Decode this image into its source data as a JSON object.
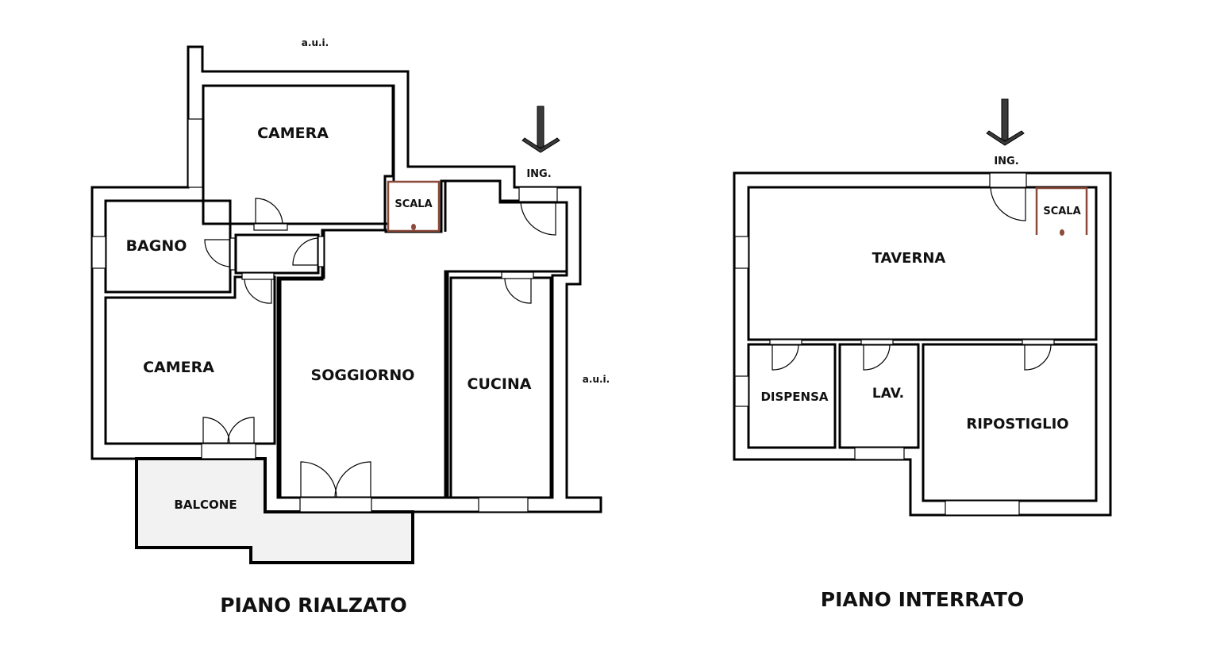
{
  "floors": [
    {
      "title": "PIANO RIALZATO",
      "rooms": {
        "camera_top": "CAMERA",
        "bagno": "BAGNO",
        "camera_left": "CAMERA",
        "soggiorno": "SOGGIORNO",
        "cucina": "CUCINA",
        "balcone": "BALCONE",
        "scala": "SCALA"
      },
      "entrance": "ING.",
      "neighbor_top": "a.u.i.",
      "neighbor_right": "a.u.i."
    },
    {
      "title": "PIANO INTERRATO",
      "rooms": {
        "taverna": "TAVERNA",
        "dispensa": "DISPENSA",
        "lav": "LAV.",
        "ripostiglio": "RIPOSTIGLIO",
        "scala": "SCALA"
      },
      "entrance": "ING."
    }
  ],
  "colors": {
    "wall": "#000000",
    "balcony_fill": "#f2f2f2",
    "stair_accent": "#8b4a3a",
    "arrow": "#3a3a3a"
  }
}
